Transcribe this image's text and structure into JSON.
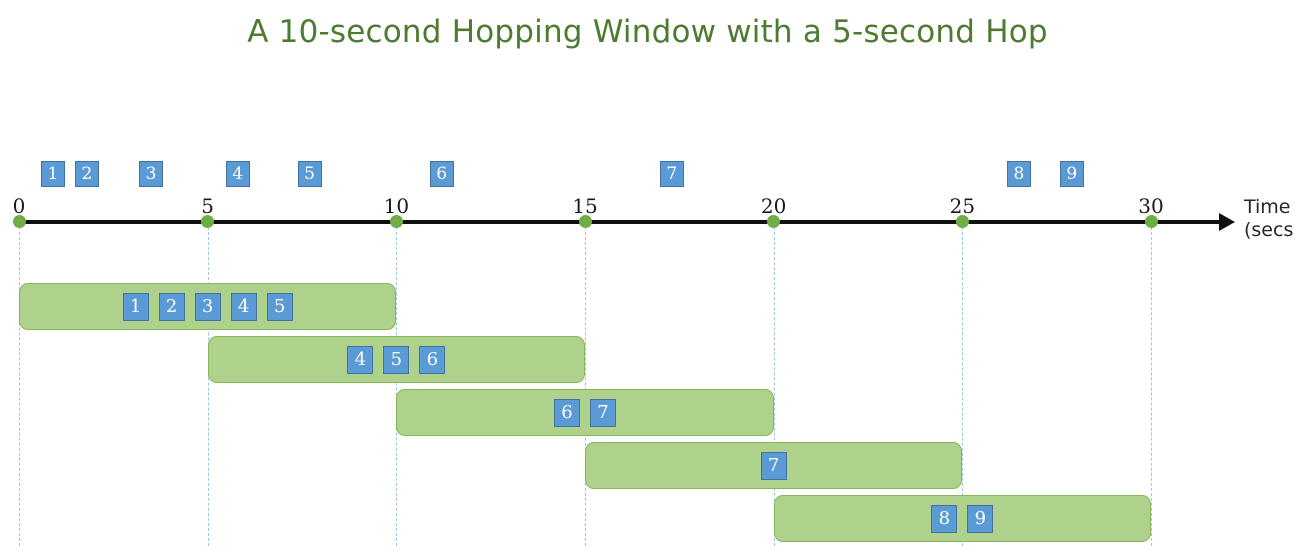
{
  "chart_data": {
    "type": "timeline",
    "title": "A 10-second Hopping Window with a 5-second Hop",
    "xlabel": "Time",
    "xlabel_units": "(secs)",
    "xlim": [
      0,
      30
    ],
    "axis_ticks": [
      "0",
      "5",
      "10",
      "15",
      "20",
      "25",
      "30"
    ],
    "axis_tick_values": [
      0,
      5,
      10,
      15,
      20,
      25,
      30
    ],
    "grid": "dashed vertical guides at each tick",
    "legend": "none",
    "window_size_secs": 10,
    "hop_size_secs": 5,
    "events": [
      {
        "label": "1",
        "time": 0.9
      },
      {
        "label": "2",
        "time": 1.8
      },
      {
        "label": "3",
        "time": 3.5
      },
      {
        "label": "4",
        "time": 5.8
      },
      {
        "label": "5",
        "time": 7.7
      },
      {
        "label": "6",
        "time": 11.2
      },
      {
        "label": "7",
        "time": 17.3
      },
      {
        "label": "8",
        "time": 26.5
      },
      {
        "label": "9",
        "time": 27.9
      }
    ],
    "windows": [
      {
        "start": 0,
        "end": 10,
        "events": [
          "1",
          "2",
          "3",
          "4",
          "5"
        ]
      },
      {
        "start": 5,
        "end": 15,
        "events": [
          "4",
          "5",
          "6"
        ]
      },
      {
        "start": 10,
        "end": 20,
        "events": [
          "6",
          "7"
        ]
      },
      {
        "start": 15,
        "end": 25,
        "events": [
          "7"
        ]
      },
      {
        "start": 20,
        "end": 30,
        "events": [
          "8",
          "9"
        ]
      }
    ],
    "colors": {
      "title": "#4E7B32",
      "window_fill": "#AED18C",
      "window_border": "#86B55A",
      "event_fill": "#5B9BD5",
      "event_border": "#41719C",
      "event_text": "#FFFFFF",
      "axis": "#101010",
      "tick_dot": "#70AD47",
      "guide": "#9DC3E6"
    }
  }
}
